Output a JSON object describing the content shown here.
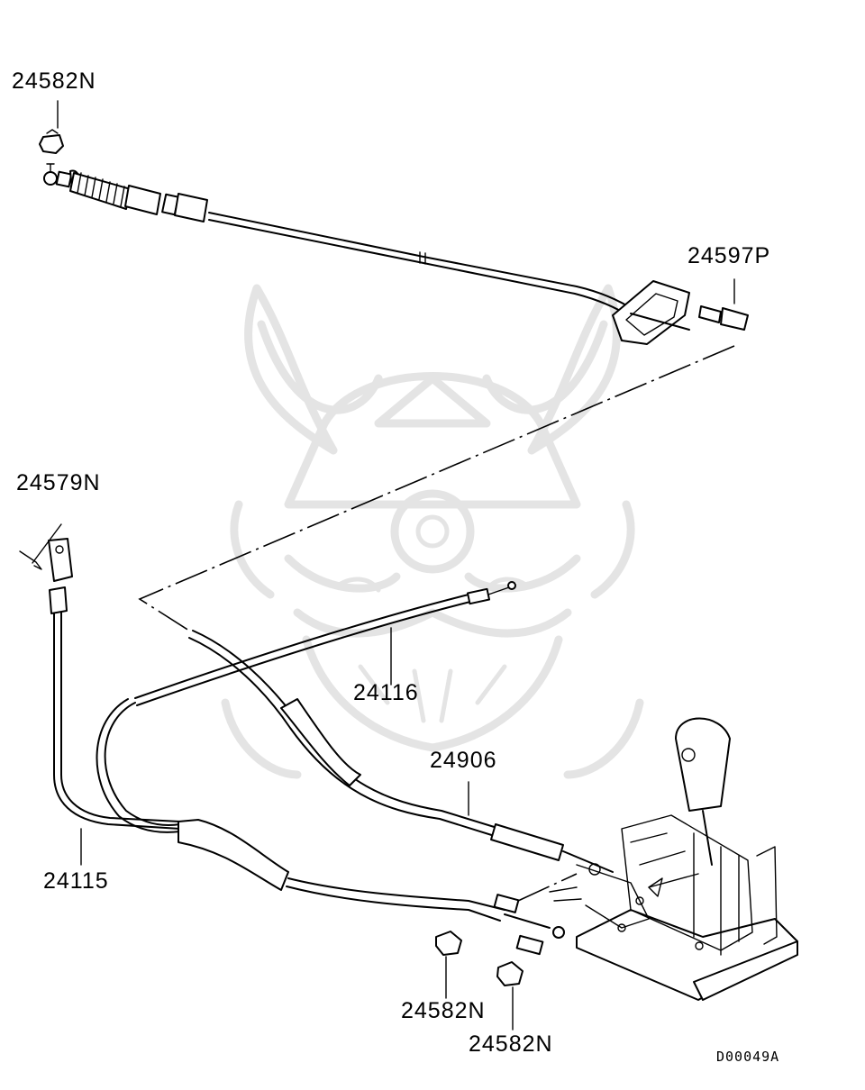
{
  "diagram": {
    "labels": {
      "nut_top": "24582N",
      "bolt": "24597P",
      "clip": "24579N",
      "select_cable": "24116",
      "shift_lever": "24906",
      "shift_cable": "24115",
      "nut_bottom_left": "24582N",
      "nut_bottom_right": "24582N"
    },
    "reference_code": "D00049A"
  }
}
